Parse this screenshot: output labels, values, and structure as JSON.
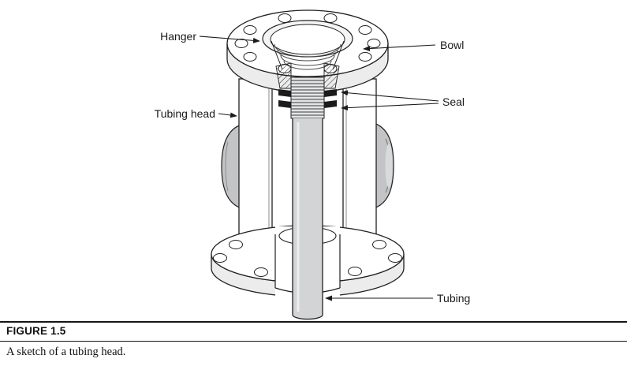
{
  "figure": {
    "id_label": "FIGURE 1.5",
    "caption": "A sketch of a tubing head.",
    "part_labels": {
      "hanger": "Hanger",
      "bowl": "Bowl",
      "tubing_head": "Tubing head",
      "seal": "Seal",
      "tubing": "Tubing"
    },
    "colors": {
      "ink": "#231f20",
      "metal_light": "#d2d4d6",
      "metal_mid": "#c2c4c6",
      "flange_underside": "#ececed",
      "seal_fill": "#1b1b1b",
      "background": "#ffffff"
    }
  }
}
